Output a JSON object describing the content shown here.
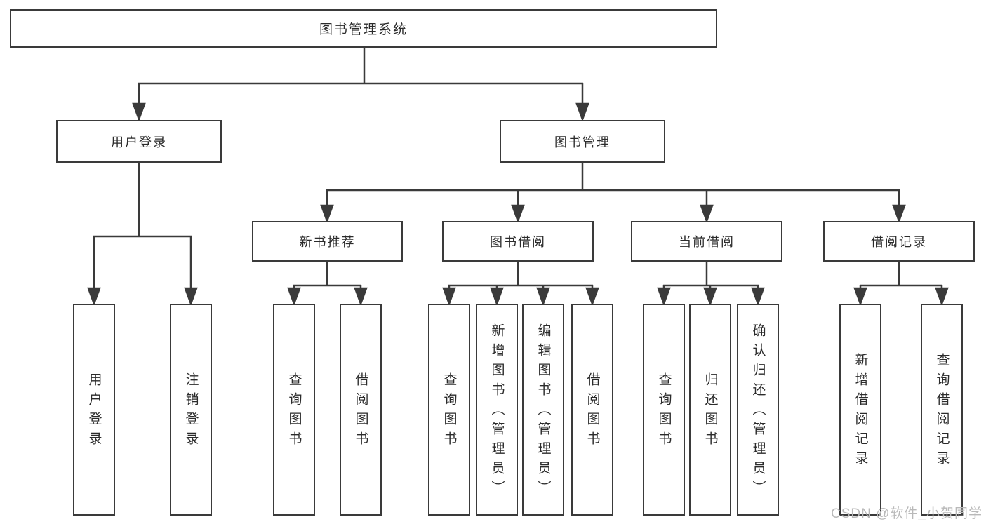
{
  "tree": {
    "label": "图书管理系统",
    "children": [
      {
        "label": "用户登录",
        "children": [
          {
            "label": "用户登录"
          },
          {
            "label": "注销登录"
          }
        ]
      },
      {
        "label": "图书管理",
        "children": [
          {
            "label": "新书推荐",
            "children": [
              {
                "label": "查询图书"
              },
              {
                "label": "借阅图书"
              }
            ]
          },
          {
            "label": "图书借阅",
            "children": [
              {
                "label": "查询图书"
              },
              {
                "label": "新增图书（管理员）"
              },
              {
                "label": "编辑图书（管理员）"
              },
              {
                "label": "借阅图书"
              }
            ]
          },
          {
            "label": "当前借阅",
            "children": [
              {
                "label": "查询图书"
              },
              {
                "label": "归还图书"
              },
              {
                "label": "确认归还（管理员）"
              }
            ]
          },
          {
            "label": "借阅记录",
            "children": [
              {
                "label": "新增借阅记录"
              },
              {
                "label": "查询借阅记录"
              }
            ]
          }
        ]
      }
    ]
  },
  "watermark": {
    "text": "CSDN @软件_小贺同学"
  },
  "colors": {
    "line": "#3a3a3a",
    "border": "#3a3a3a",
    "text": "#2b2b2b",
    "watermark": "#b9b9b9",
    "background": "#ffffff"
  }
}
